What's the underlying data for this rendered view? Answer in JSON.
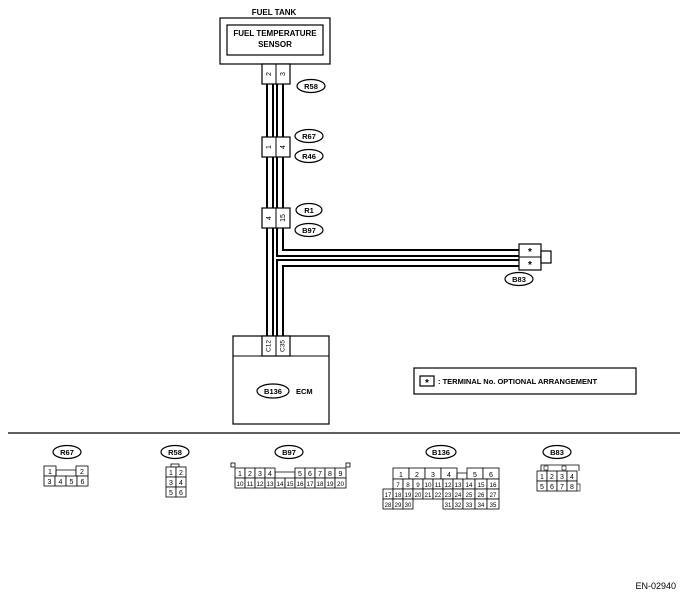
{
  "fuel_tank_label": "FUEL TANK",
  "sensor_label_line1": "FUEL TEMPERATURE",
  "sensor_label_line2": "SENSOR",
  "sensor_pins": [
    "2",
    "3"
  ],
  "connector_r58": "R58",
  "connector_r67": "R67",
  "connector_r46": "R46",
  "r67_pins": [
    "1",
    "4"
  ],
  "connector_r1": "R1",
  "connector_b97": "B97",
  "r1_pins": [
    "4",
    "15"
  ],
  "connector_b83": "B83",
  "b83_pins": [
    "*",
    "*"
  ],
  "ecm_badge": "B136",
  "ecm_label": "ECM",
  "ecm_pins": [
    "C12",
    "C35"
  ],
  "legend_symbol": "*",
  "legend_text": ": TERMINAL No. OPTIONAL ARRANGEMENT",
  "footer_code": "EN-02940",
  "views": {
    "r67": {
      "label": "R67",
      "row1": [
        "1",
        "2"
      ],
      "row2": [
        "3",
        "4",
        "5",
        "6"
      ]
    },
    "r58": {
      "label": "R58",
      "row1": [
        "1",
        "2"
      ],
      "row2": [
        "3",
        "4"
      ],
      "row3": [
        "5",
        "6"
      ]
    },
    "b97": {
      "label": "B97",
      "row1": [
        "1",
        "2",
        "3",
        "4",
        "5",
        "6",
        "7",
        "8",
        "9"
      ],
      "row2": [
        "10",
        "11",
        "12",
        "13",
        "14",
        "15",
        "16",
        "17",
        "18",
        "19",
        "20"
      ]
    },
    "b136": {
      "label": "B136",
      "row1": [
        "1",
        "2",
        "3",
        "4",
        "5",
        "6"
      ],
      "row2": [
        "7",
        "8",
        "9",
        "10",
        "11",
        "12",
        "13",
        "14",
        "15",
        "16"
      ],
      "row3": [
        "17",
        "18",
        "19",
        "20",
        "21",
        "22",
        "23",
        "24",
        "25",
        "26",
        "27"
      ],
      "row4": [
        "28",
        "29",
        "30",
        "31",
        "32",
        "33",
        "34",
        "35"
      ]
    },
    "b83": {
      "label": "B83",
      "row1": [
        "1",
        "2",
        "3",
        "4"
      ],
      "row2": [
        "5",
        "6",
        "7",
        "8"
      ]
    }
  }
}
